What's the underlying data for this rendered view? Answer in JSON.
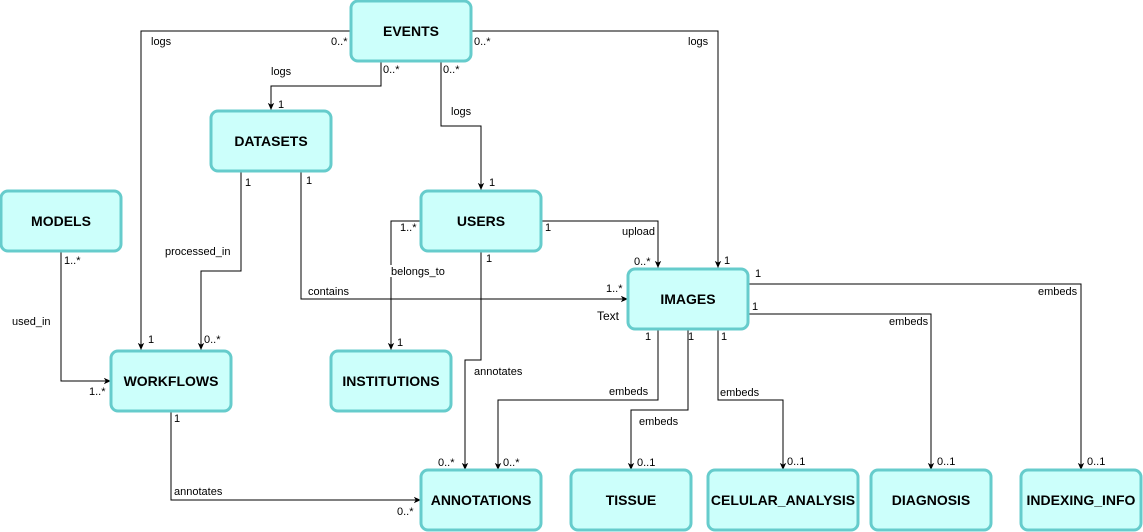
{
  "colors": {
    "entity_fill": "#ccfffb",
    "entity_stroke": "#66cccc",
    "line": "#000000"
  },
  "entities": {
    "events": "EVENTS",
    "datasets": "DATASETS",
    "models": "MODELS",
    "users": "USERS",
    "images": "IMAGES",
    "workflows": "WORKFLOWS",
    "institutions": "INSTITUTIONS",
    "annotations": "ANNOTATIONS",
    "tissue": "TISSUE",
    "celular_analysis": "CELULAR_ANALYSIS",
    "diagnosis": "DIAGNOSIS",
    "indexing_info": "INDEXING_INFO"
  },
  "relations": {
    "events_workflows": {
      "label": "logs",
      "source_mult": "0..*",
      "target_mult": "1"
    },
    "events_datasets": {
      "label": "logs",
      "source_mult": "0..*",
      "target_mult": "1"
    },
    "events_users": {
      "label": "logs",
      "source_mult": "0..*",
      "target_mult": "1"
    },
    "events_images": {
      "label": "logs",
      "source_mult": "0..*",
      "target_mult": "1"
    },
    "datasets_workflows": {
      "label": "processed_in",
      "source_mult": "1",
      "target_mult": "0..*"
    },
    "datasets_images": {
      "label": "contains",
      "source_mult": "1",
      "target_mult": "1..*"
    },
    "models_workflows": {
      "label": "used_in",
      "source_mult": "1..*",
      "target_mult": "1..*"
    },
    "users_institutions": {
      "label": "belongs_to",
      "source_mult": "1..*",
      "target_mult": "1"
    },
    "users_images": {
      "label": "upload",
      "source_mult": "1",
      "target_mult": "0..*"
    },
    "users_annotations": {
      "label": "annotates",
      "source_mult": "1",
      "target_mult": "0..*"
    },
    "workflows_annotations": {
      "label": "annotates",
      "source_mult": "1",
      "target_mult": "0..*"
    },
    "images_annotations": {
      "label": "embeds",
      "source_mult": "1",
      "target_mult": "0..*"
    },
    "images_tissue": {
      "label": "embeds",
      "source_mult": "1",
      "target_mult": "0..1"
    },
    "images_celular": {
      "label": "embeds",
      "source_mult": "1",
      "target_mult": "0..1"
    },
    "images_diagnosis": {
      "label": "embeds",
      "source_mult": "1",
      "target_mult": "0..1"
    },
    "images_indexing": {
      "label": "embeds",
      "source_mult": "1",
      "target_mult": "0..1"
    }
  },
  "stray_text": "Text"
}
